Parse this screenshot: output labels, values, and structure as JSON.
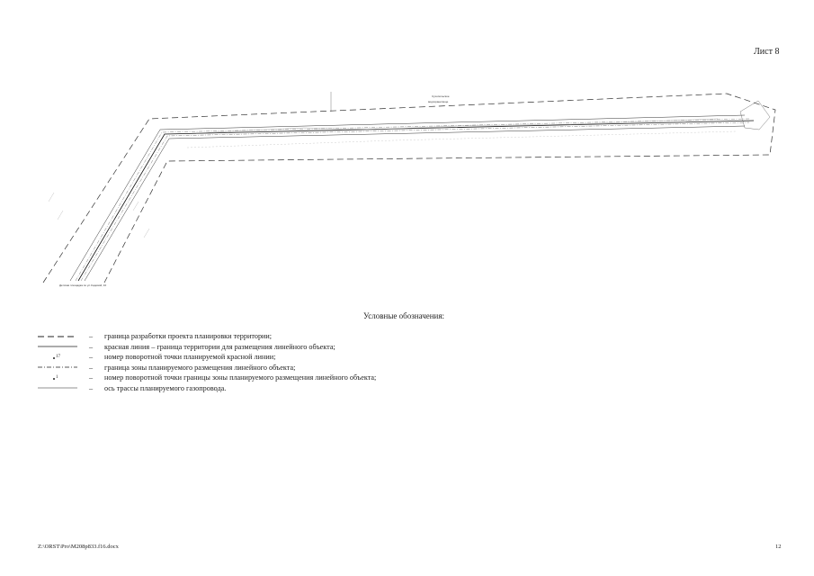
{
  "header": {
    "sheet_label": "Лист 8"
  },
  "drawing": {
    "labels": {
      "north_label_1": "Сухопольское",
      "north_label_2": "водохранилище",
      "bottom_left_label": "Детская площадка по ул.Садовой, 10"
    }
  },
  "legend": {
    "title": "Условные обозначения:",
    "items": [
      {
        "symbol": "dashed-long-line",
        "text": "граница разработки проекта планировки территории;"
      },
      {
        "symbol": "solid-line",
        "text": "красная линия – граница территории для размещения линейного объекта;"
      },
      {
        "symbol": "point-marker-red-line",
        "text": "номер поворотной точки планируемой красной линии;"
      },
      {
        "symbol": "dash-dot-line",
        "text": "граница зоны планируемого размещения линейного объекта;"
      },
      {
        "symbol": "point-marker-zone",
        "text": "номер поворотной точки границы зоны планируемого размещения линейного объекта;"
      },
      {
        "symbol": "solid-thin-line",
        "text": "ось трассы планируемого газопровода."
      }
    ],
    "separator": "–",
    "marker_labels": {
      "red_line_point": "17",
      "zone_point": "1"
    }
  },
  "footer": {
    "file_path": "Z:\\ORST\\Pro\\M208p833.f16.docx",
    "page_number": "12"
  },
  "colors": {
    "line": "#333333",
    "text": "#222222",
    "background": "#ffffff"
  }
}
